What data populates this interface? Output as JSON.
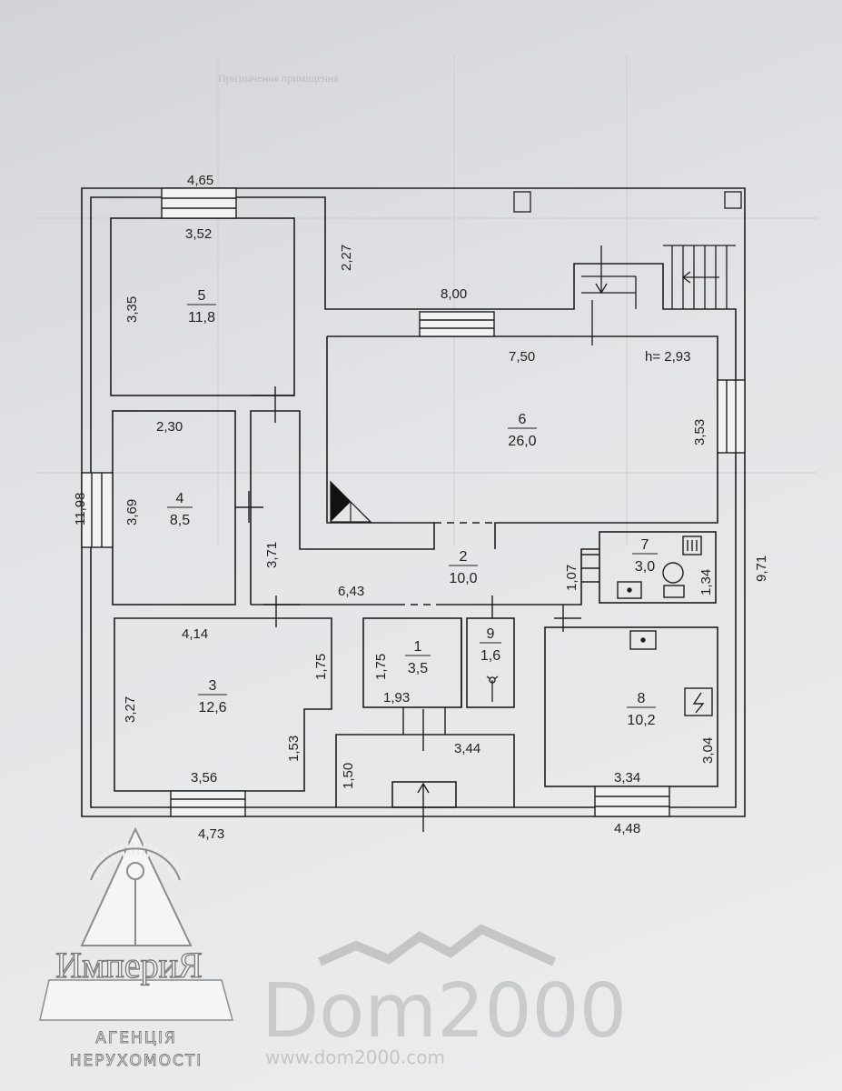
{
  "background_text": {
    "heading": "Призначення приміщення"
  },
  "dimensions": {
    "top_width": "4,65",
    "room5_width": "3,52",
    "room5_height": "3,35",
    "corridor_wall": "2,27",
    "top_right_width": "8,00",
    "room6_width": "7,50",
    "ceiling_height": "h= 2,93",
    "room6_height": "3,53",
    "overall_height": "11,98",
    "room4_width": "2,30",
    "room4_height": "3,69",
    "hall_height": "3,71",
    "hall_width": "6,43",
    "room7_left": "1,07",
    "room7_height": "1,34",
    "right_height": "9,71",
    "room3_width": "4,14",
    "room3_right": "1,75",
    "room1_height": "1,75",
    "room3_height": "3,27",
    "room1_width": "1,93",
    "room3_lower": "1,53",
    "porch_height": "1,50",
    "porch_width": "3,44",
    "room8_height": "3,04",
    "room3_bottom": "3,56",
    "room8_width": "3,34",
    "bottom_left_width": "4,73",
    "bottom_right_width": "4,48"
  },
  "rooms": [
    {
      "number": "5",
      "area": "11,8"
    },
    {
      "number": "6",
      "area": "26,0"
    },
    {
      "number": "4",
      "area": "8,5"
    },
    {
      "number": "2",
      "area": "10,0"
    },
    {
      "number": "7",
      "area": "3,0"
    },
    {
      "number": "1",
      "area": "3,5"
    },
    {
      "number": "9",
      "area": "1,6"
    },
    {
      "number": "3",
      "area": "12,6"
    },
    {
      "number": "8",
      "area": "10,2"
    }
  ],
  "logo": {
    "title": "ИмпериЯ",
    "subtitle_1": "АГЕНЦІЯ",
    "subtitle_2": "НЕРУХОМОСТІ"
  },
  "watermark": {
    "brand": "Dom2000",
    "url": "www.dom2000.com"
  }
}
